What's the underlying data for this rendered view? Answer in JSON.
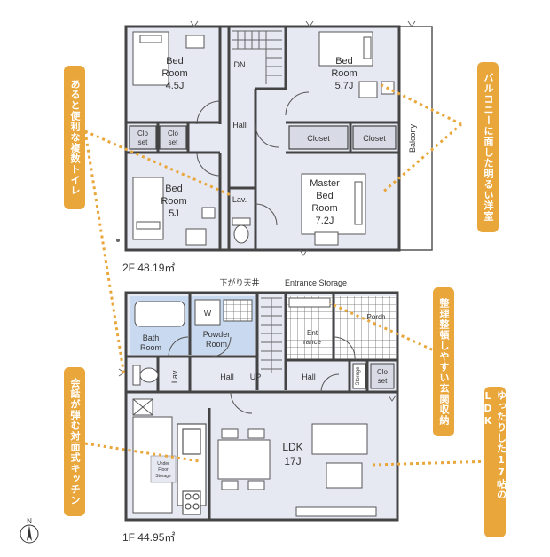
{
  "floors": {
    "second": {
      "label": "2F 48.19㎡",
      "rooms": {
        "bed_nw": "Bed\nRoom\n4.5J",
        "bed_ne": "Bed\nRoom\n5.7J",
        "bed_sw": "Bed\nRoom\n5J",
        "master": "Master\nBed\nRoom\n7.2J",
        "hall": "Hall",
        "dn": "DN",
        "lav": "Lav.",
        "closet_left1": "Clo\nset",
        "closet_left2": "Clo\nset",
        "closet_right1": "Closet",
        "closet_right2": "Closet",
        "balcony": "Balcony"
      }
    },
    "first": {
      "label": "1F 44.95㎡",
      "rooms": {
        "bath": "Bath\nRoom",
        "powder": "Powder\nRoom",
        "w": "W",
        "lav": "Lav.",
        "hall_left": "Hall",
        "up": "UP",
        "hall_right": "Hall",
        "entrance": "Ent\nrance",
        "porch": "Porch",
        "storage": "Storage",
        "closet": "Clo\nset",
        "ldk": "LDK\n17J",
        "underfloor": "Under\nFloor\nStorage",
        "sagari": "下がり天井",
        "entrance_storage": "Entrance Storage"
      }
    }
  },
  "callouts": {
    "toilets": "あると便利な複数トイレ",
    "balcony_room": "バルコニーに面した明るい洋室",
    "entrance": "整理整頓しやすい玄関収納",
    "kitchen": "会話が弾む対面式キッチン",
    "ldk": "ゆったりした17帖のLDK"
  },
  "compass": "N",
  "colors": {
    "accent": "#e9a63a",
    "wall": "#444444",
    "floor_fill": "#e6e8f2",
    "wet_fill": "#c9d9ef",
    "tile_fill": "#ffffff"
  }
}
